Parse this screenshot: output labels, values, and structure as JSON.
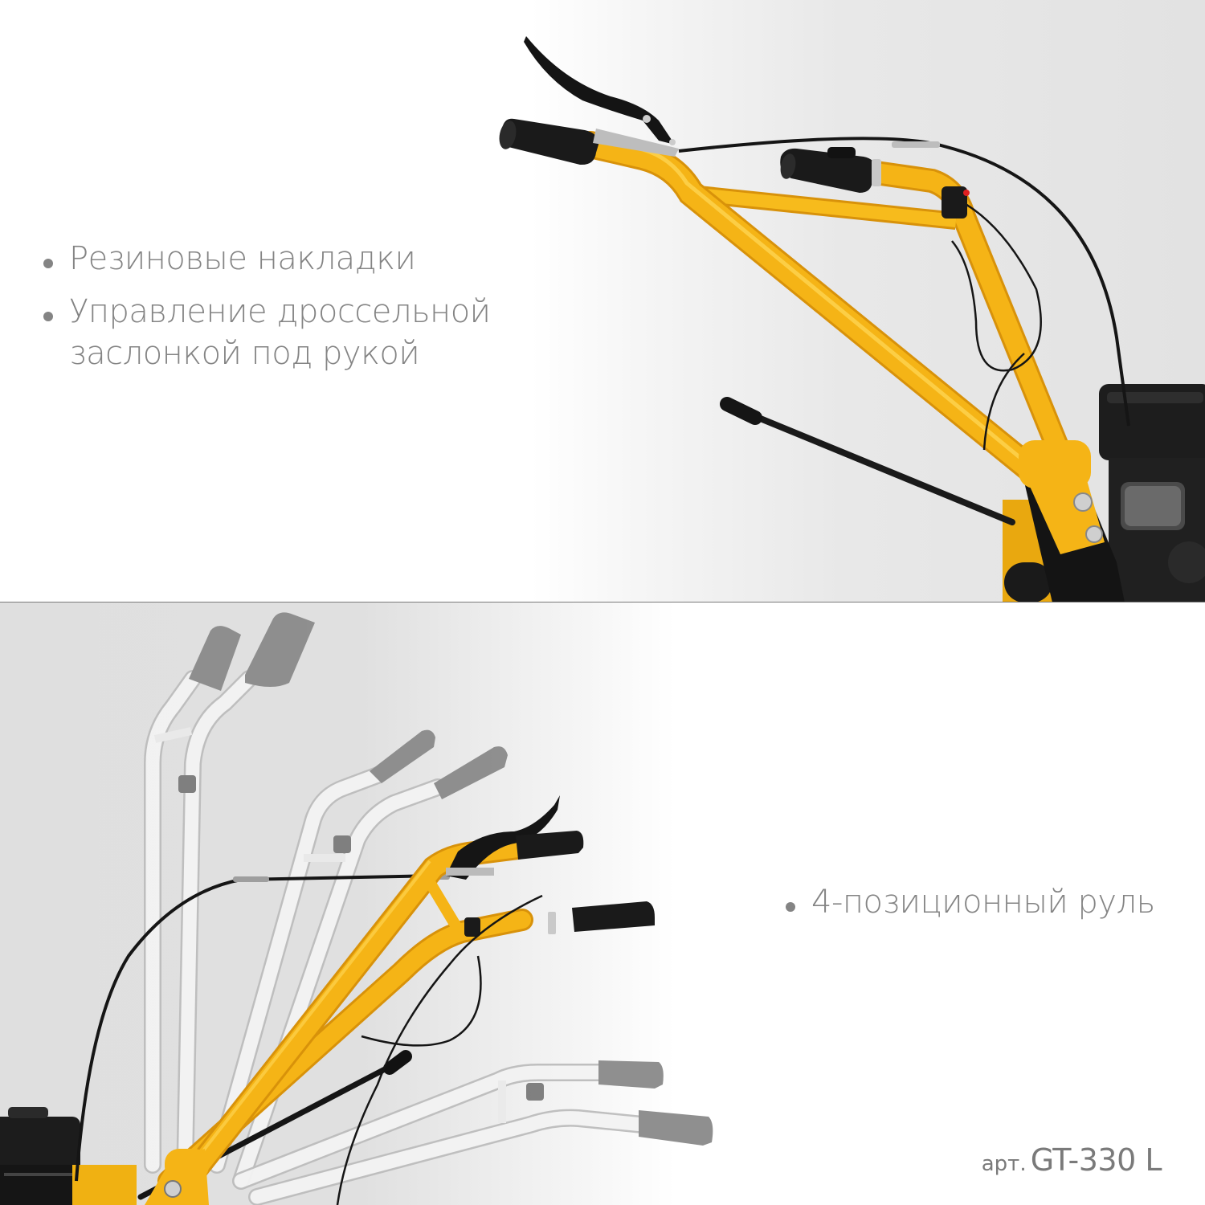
{
  "colors": {
    "frame_yellow": "#f5b416",
    "frame_yellow_shadow": "#d8920a",
    "grip_black": "#1c1c1c",
    "ghost_white": "#f2f2f2",
    "ghost_grey": "#8a8a8a",
    "text_grey": "#848484",
    "divider": "#7a7a7a"
  },
  "top_panel": {
    "features": [
      {
        "text": "Резиновые накладки"
      },
      {
        "text": "Управление дроссельной заслонкой под рукой"
      }
    ],
    "illustration": "handlebar-closeup-icon"
  },
  "bottom_panel": {
    "features": [
      {
        "text": "4-позиционный руль"
      }
    ],
    "illustration": "handlebar-positions-icon",
    "positions_count": 4
  },
  "article": {
    "prefix": "арт.",
    "code": "GT-330 L"
  }
}
